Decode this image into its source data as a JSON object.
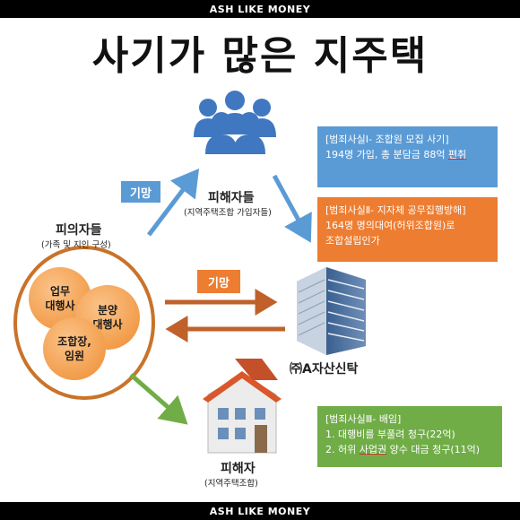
{
  "brand": {
    "top": "ASH LIKE MONEY",
    "bottom": "ASH LIKE MONEY"
  },
  "headline": "사기가 많은 지주택",
  "suspects": {
    "title": "피의자들",
    "subtitle": "(가족 및 지인 구성)",
    "groups": [
      {
        "line1": "업무",
        "line2": "대행사"
      },
      {
        "line1": "분양",
        "line2": "대행사"
      },
      {
        "line1": "조합장,",
        "line2": "임원"
      }
    ]
  },
  "victims_group": {
    "title": "피해자들",
    "subtitle": "(지역주택조합 가입자들)"
  },
  "victim_single": {
    "title": "피해자",
    "subtitle": "(지역주택조합)"
  },
  "trust": {
    "label": "㈜A자산신탁"
  },
  "tags": {
    "fraud_1": "기망",
    "fraud_2": "기망"
  },
  "facts": {
    "fact1": {
      "title": "[범죄사실Ⅰ- 조합원 모집 사기]",
      "line1": "194명 가입, 총 분담금 88억 ",
      "line1_u": "편취"
    },
    "fact2": {
      "title": "[범죄사실Ⅱ- 지자체 공무집행방해]",
      "line1": "164명 명의대여(허위조합원)로",
      "line2": "조합설립인가"
    },
    "fact3": {
      "title": "[범죄사실Ⅲ- 배임]",
      "line1": "1. 대행비를 부풀려 청구(22억)",
      "line2_a": "2. 허위 ",
      "line2_u": "사업권",
      "line2_b": " 양수 대금 청구(11억)"
    }
  },
  "colors": {
    "blue": "#5b9bd5",
    "orange": "#ed7d31",
    "green": "#70ad47",
    "ring": "#c9732a"
  }
}
